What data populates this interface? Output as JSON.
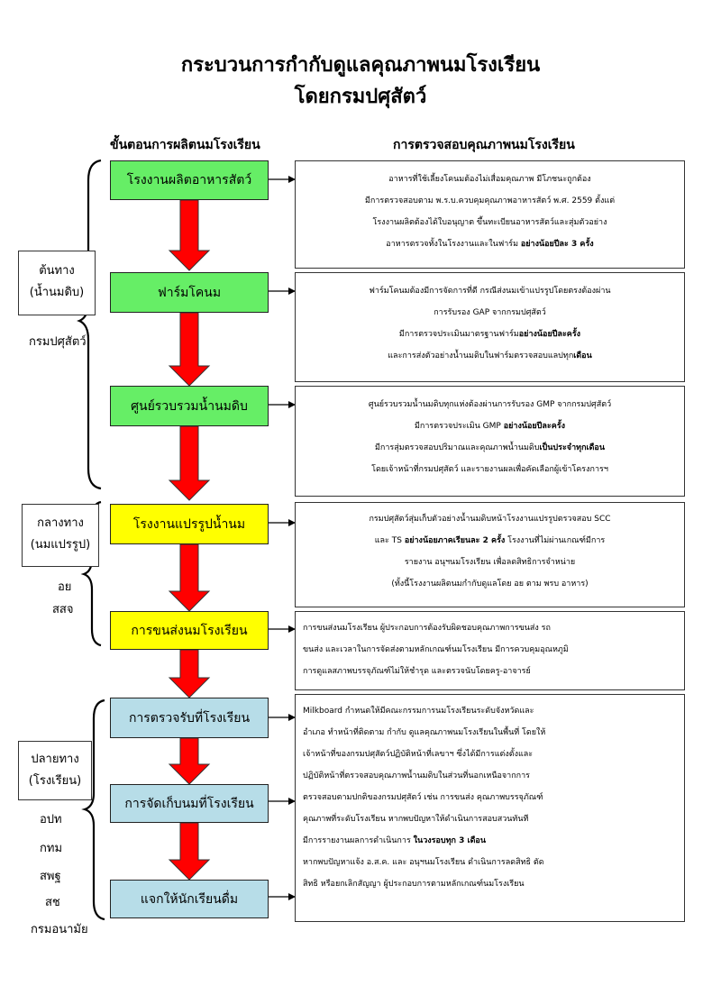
{
  "title": {
    "line1": "กระบวนการกำกับดูแลคุณภาพนมโรงเรียน",
    "line2": "โดยกรมปศุสัตว์"
  },
  "columns": {
    "left": "ขั้นตอนการผลิตนมโรงเรียน",
    "right": "การตรวจสอบคุณภาพนมโรงเรียน"
  },
  "stages": {
    "upstream": {
      "line1": "ต้นทาง",
      "line2": "(น้ำนมดิบ)",
      "agency": "กรมปศุสัตว์"
    },
    "midstream": {
      "line1": "กลางทาง",
      "line2": "(นมแปรรูป)",
      "agency1": "อย",
      "agency2": "สสจ"
    },
    "downstream": {
      "line1": "ปลายทาง",
      "line2": "(โรงเรียน)",
      "agencies": [
        "อปท",
        "กทม",
        "สพฐ",
        "สช",
        "กรมอนามัย"
      ]
    }
  },
  "steps": [
    {
      "label": "โรงงานผลิตอาหารสัตว์",
      "color": "#66ee66"
    },
    {
      "label": "ฟาร์มโคนม",
      "color": "#66ee66"
    },
    {
      "label": "ศูนย์รวบรวมน้ำนมดิบ",
      "color": "#66ee66"
    },
    {
      "label": "โรงงานแปรรูปน้ำนม",
      "color": "#ffff00"
    },
    {
      "label": "การขนส่งนมโรงเรียน",
      "color": "#ffff00"
    },
    {
      "label": "การตรวจรับที่โรงเรียน",
      "color": "#b7dde8"
    },
    {
      "label": "การจัดเก็บนมที่โรงเรียน",
      "color": "#b7dde8"
    },
    {
      "label": "แจกให้นักเรียนดื่ม",
      "color": "#b7dde8"
    }
  ],
  "descriptions": {
    "feed": {
      "l1": "อาหารที่ใช้เลี้ยงโคนมต้องไม่เสื่อมคุณภาพ มีโภชนะถูกต้อง",
      "l2": "มีการตรวจสอบตาม พ.ร.บ.ควบคุมคุณภาพอาหารสัตว์ พ.ศ. 2559 ตั้งแต่",
      "l3": "โรงงานผลิตต้องได้ใบอนุญาต ขึ้นทะเบียนอาหารสัตว์และสุ่มตัวอย่าง",
      "l4a": "อาหารตรวจทั้งในโรงงานและในฟาร์ม ",
      "l4b": "อย่างน้อยปีละ 3 ครั้ง"
    },
    "farm": {
      "l1": "ฟาร์มโคนมต้องมีการจัดการที่ดี กรณีส่งนมเข้าแปรรูปโดยตรงต้องผ่าน",
      "l2": "การรับรอง GAP จากกรมปศุสัตว์",
      "l3a": "มีการตรวจประเมินมาตรฐานฟาร์ม",
      "l3b": "อย่างน้อยปีละครั้ง",
      "l4a": "และการส่งตัวอย่างน้ำนมดิบในฟาร์มตรวจสอบแลปทุก",
      "l4b": "เดือน"
    },
    "center": {
      "l1": "ศูนย์รวบรวมน้ำนมดิบทุกแห่งต้องผ่านการรับรอง GMP จากกรมปศุสัตว์",
      "l2a": "มีการตรวจประเมิน GMP ",
      "l2b": "อย่างน้อยปีละครั้ง",
      "l3a": "มีการสุ่มตรวจสอบปริมาณและคุณภาพน้ำนมดิบ",
      "l3b": "เป็นประจำทุกเดือน",
      "l4": "โดยเจ้าหน้าที่กรมปศุสัตว์ และรายงานผลเพื่อคัดเลือกผู้เข้าโครงการฯ"
    },
    "plant": {
      "l1": "กรมปศุสัตว์สุ่มเก็บตัวอย่างน้ำนมดิบหน้าโรงงานแปรรูปตรวจสอบ SCC",
      "l2a": "และ TS ",
      "l2b": "อย่างน้อยภาคเรียนละ 2 ครั้ง",
      "l2c": " โรงงานที่ไม่ผ่านเกณฑ์มีการ",
      "l3": "รายงาน อนุฯนมโรงเรียน เพื่อลดสิทธิการจำหน่าย",
      "l4": "(ทั้งนี้โรงงานผลิตนมกำกับดูแลโดย อย ตาม พรบ อาหาร)"
    },
    "transport": {
      "l1": "การขนส่งนมโรงเรียน ผู้ประกอบการต้องรับผิดชอบคุณภาพการขนส่ง รถ",
      "l2": "ขนส่ง และเวลาในการจัดส่งตามหลักเกณฑ์นมโรงเรียน มีการควบคุมอุณหภูมิ",
      "l3": "การดูแลสภาพบรรจุภัณฑ์ไม่ให้ชำรุด และตรวจนับโดยครู-อาจารย์"
    },
    "school": {
      "l1": "Milkboard กำหนดให้มีคณะกรรมการนมโรงเรียนระดับจังหวัดและ",
      "l2": "อำเภอ ทำหน้าที่ติดตาม กำกับ ดูแลคุณภาพนมโรงเรียนในพื้นที่ โดยให้",
      "l3": "เจ้าหน้าที่ของกรมปศุสัตว์ปฏิบัติหน้าที่เลขาฯ ซึ่งได้มีการแต่งตั้งและ",
      "l4": "ปฏิบัติหน้าที่ตรวจสอบคุณภาพน้ำนมดิบในส่วนที่นอกเหนือจากการ",
      "l5": "ตรวจสอบตามปกติของกรมปศุสัตว์ เช่น การขนส่ง คุณภาพบรรจุภัณฑ์",
      "l6": "คุณภาพที่ระดับโรงเรียน หากพบปัญหาให้ดำเนินการสอบสวนทันที",
      "l7a": "มีการรายงานผลการดำเนินการ ",
      "l7b": "ในวงรอบทุก 3 เดือน",
      "l8": "หากพบปัญหาแจ้ง อ.ส.ค. และ อนุฯนมโรงเรียน ดำเนินการลดสิทธิ ตัด",
      "l9": "สิทธิ หรือยกเลิกสัญญา ผู้ประกอบการตามหลักเกณฑ์นมโรงเรียน"
    }
  },
  "colors": {
    "arrow": "#ff0000",
    "green_box": "#66ee66",
    "yellow_box": "#ffff00",
    "blue_box": "#b7dde8"
  }
}
